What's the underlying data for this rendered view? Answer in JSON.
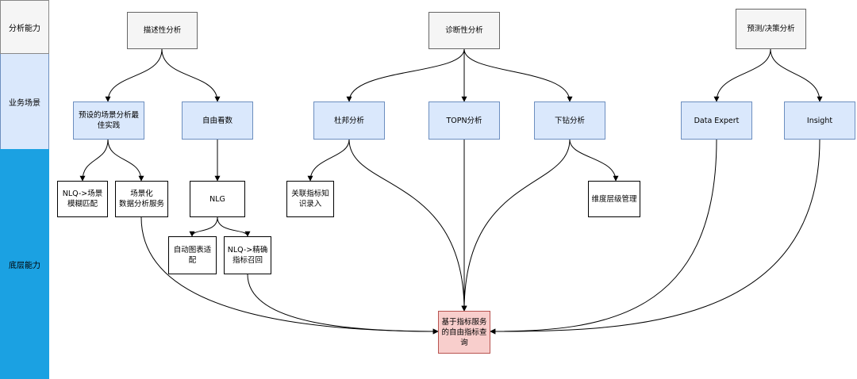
{
  "bands": {
    "analysis": "分析能力",
    "business": "业务场景",
    "base": "底层能力"
  },
  "nodes": {
    "desc": "描述性分析",
    "diag": "诊断性分析",
    "pred": "预测/决策分析",
    "preset": "预设的场景分析最佳实践",
    "free": "自由看数",
    "dupont": "杜邦分析",
    "topn": "TOPN分析",
    "drill": "下钻分析",
    "dataexpert": "Data Expert",
    "insight": "Insight",
    "nlqmatch": "NLQ->场景模糊匹配",
    "scenesvc": "场景化\n数据分析服务",
    "nlg": "NLG",
    "knowledge": "关联指标知识录入",
    "dimlevel": "维度层级管理",
    "autochart": "自动图表适配",
    "nlqrecall": "NLQ->精确指标召回",
    "query": "基于指标服务的自由指标查询"
  }
}
